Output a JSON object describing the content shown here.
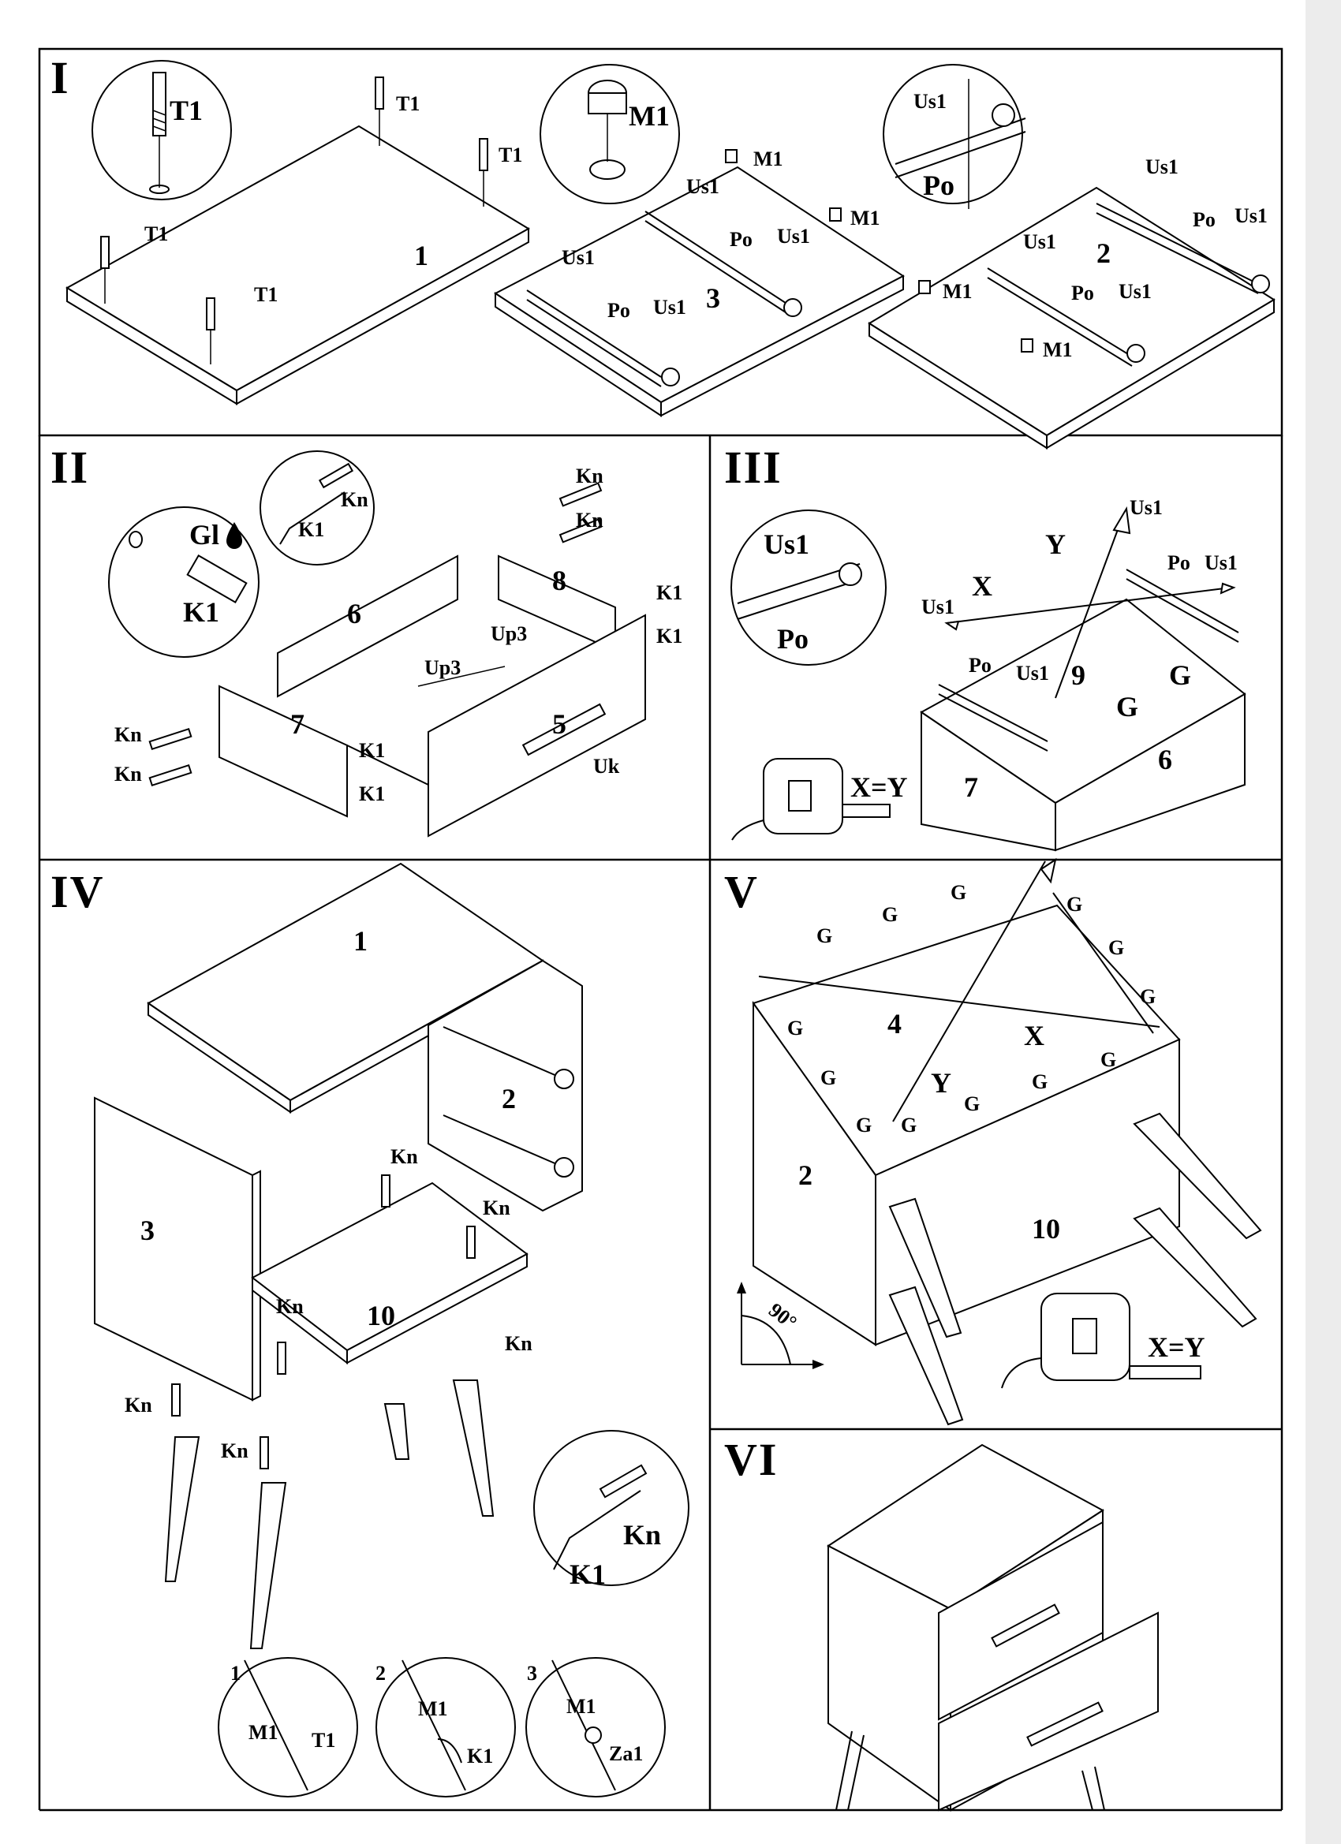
{
  "panels": {
    "p1": {
      "numeral": "I",
      "board_1": "1",
      "board_2": "2",
      "board_3": "3",
      "t1": "T1",
      "m1": "M1",
      "us1": "Us1",
      "po": "Po"
    },
    "p2": {
      "numeral": "II",
      "gl": "Gl",
      "k1": "K1",
      "kn": "Kn",
      "up3": "Up3",
      "uk": "Uk",
      "part_5": "5",
      "part_6": "6",
      "part_7": "7",
      "part_8": "8"
    },
    "p3": {
      "numeral": "III",
      "us1": "Us1",
      "po": "Po",
      "x": "X",
      "y": "Y",
      "g": "G",
      "part_6": "6",
      "part_7": "7",
      "part_9": "9",
      "xy": "X=Y"
    },
    "p4": {
      "numeral": "IV",
      "part_1": "1",
      "part_2": "2",
      "part_3": "3",
      "part_10": "10",
      "kn": "Kn",
      "k1": "K1",
      "m1": "M1",
      "t1": "T1",
      "za1": "Za1",
      "step_1": "1",
      "step_2": "2",
      "step_3": "3"
    },
    "p5": {
      "numeral": "V",
      "g": "G",
      "x": "X",
      "y": "Y",
      "part_2": "2",
      "part_4": "4",
      "part_10": "10",
      "angle": "90°",
      "xy": "X=Y"
    },
    "p6": {
      "numeral": "VI"
    }
  }
}
